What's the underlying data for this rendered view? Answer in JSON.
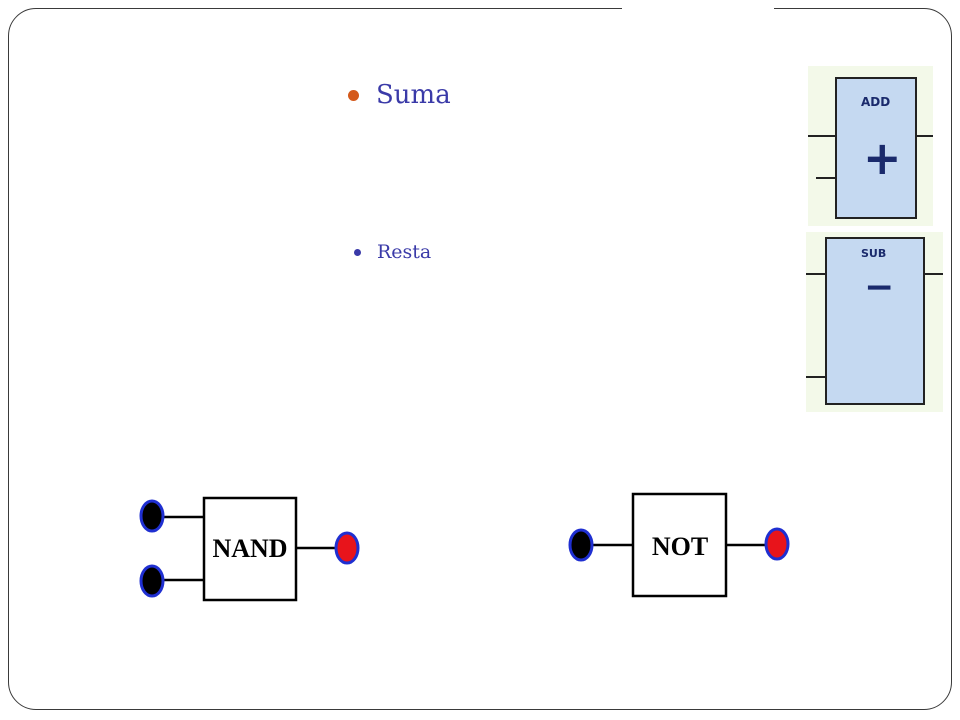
{
  "slide": {
    "bullets": [
      {
        "label": "Suma"
      },
      {
        "label": "Resta"
      }
    ]
  },
  "blocks": {
    "add": {
      "title": "ADD",
      "symbol": "+"
    },
    "sub": {
      "title": "SUB",
      "symbol": "−"
    }
  },
  "gates": {
    "nand": {
      "label": "NAND"
    },
    "not": {
      "label": "NOT"
    }
  },
  "colors": {
    "bullet_text": "#3a3aa8",
    "primary_bullet_dot": "#d4591b",
    "block_fill": "#c5d9f1",
    "block_background": "#f3f9e9",
    "input_terminal": "#000000",
    "output_terminal": "#e8141b",
    "terminal_ring": "#1f2fd1"
  }
}
